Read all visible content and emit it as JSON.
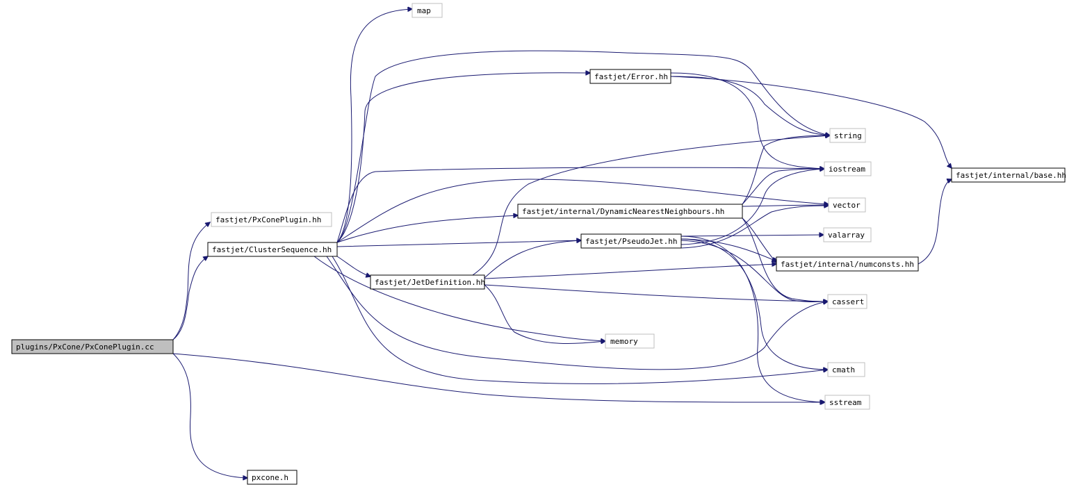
{
  "diagram": {
    "colors": {
      "edge": "#191970",
      "root_fill": "#bfbfbf",
      "documented_border": "#000000",
      "undocumented_border": "#bfbfbf",
      "node_fill": "#ffffff"
    },
    "nodes": [
      {
        "id": "root",
        "label": "plugins/PxCone/PxConePlugin.cc",
        "kind": "root"
      },
      {
        "id": "pxconeplugin_hh",
        "label": "fastjet/PxConePlugin.hh",
        "kind": "undocumented"
      },
      {
        "id": "clustersequence",
        "label": "fastjet/ClusterSequence.hh",
        "kind": "documented"
      },
      {
        "id": "pxcone_h",
        "label": "pxcone.h",
        "kind": "documented"
      },
      {
        "id": "map",
        "label": "map",
        "kind": "undocumented"
      },
      {
        "id": "error",
        "label": "fastjet/Error.hh",
        "kind": "documented"
      },
      {
        "id": "dnn",
        "label": "fastjet/internal/DynamicNearestNeighbours.hh",
        "kind": "documented"
      },
      {
        "id": "pseudojet",
        "label": "fastjet/PseudoJet.hh",
        "kind": "documented"
      },
      {
        "id": "jetdef",
        "label": "fastjet/JetDefinition.hh",
        "kind": "documented"
      },
      {
        "id": "memory",
        "label": "memory",
        "kind": "undocumented"
      },
      {
        "id": "string",
        "label": "string",
        "kind": "undocumented"
      },
      {
        "id": "iostream",
        "label": "iostream",
        "kind": "undocumented"
      },
      {
        "id": "vector",
        "label": "vector",
        "kind": "undocumented"
      },
      {
        "id": "valarray",
        "label": "valarray",
        "kind": "undocumented"
      },
      {
        "id": "numconsts",
        "label": "fastjet/internal/numconsts.hh",
        "kind": "documented"
      },
      {
        "id": "cassert",
        "label": "cassert",
        "kind": "undocumented"
      },
      {
        "id": "cmath",
        "label": "cmath",
        "kind": "undocumented"
      },
      {
        "id": "sstream",
        "label": "sstream",
        "kind": "undocumented"
      },
      {
        "id": "base",
        "label": "fastjet/internal/base.hh",
        "kind": "documented"
      }
    ],
    "edges": [
      {
        "from": "root",
        "to": "pxconeplugin_hh"
      },
      {
        "from": "root",
        "to": "clustersequence"
      },
      {
        "from": "root",
        "to": "sstream"
      },
      {
        "from": "root",
        "to": "pxcone_h"
      },
      {
        "from": "clustersequence",
        "to": "map"
      },
      {
        "from": "clustersequence",
        "to": "string"
      },
      {
        "from": "clustersequence",
        "to": "error"
      },
      {
        "from": "clustersequence",
        "to": "iostream"
      },
      {
        "from": "clustersequence",
        "to": "vector"
      },
      {
        "from": "clustersequence",
        "to": "dnn"
      },
      {
        "from": "clustersequence",
        "to": "pseudojet"
      },
      {
        "from": "clustersequence",
        "to": "jetdef"
      },
      {
        "from": "clustersequence",
        "to": "memory"
      },
      {
        "from": "clustersequence",
        "to": "cassert"
      },
      {
        "from": "clustersequence",
        "to": "cmath"
      },
      {
        "from": "error",
        "to": "string"
      },
      {
        "from": "error",
        "to": "iostream"
      },
      {
        "from": "error",
        "to": "base"
      },
      {
        "from": "dnn",
        "to": "string"
      },
      {
        "from": "dnn",
        "to": "iostream"
      },
      {
        "from": "dnn",
        "to": "vector"
      },
      {
        "from": "dnn",
        "to": "numconsts"
      },
      {
        "from": "dnn",
        "to": "cassert"
      },
      {
        "from": "pseudojet",
        "to": "vector"
      },
      {
        "from": "pseudojet",
        "to": "valarray"
      },
      {
        "from": "pseudojet",
        "to": "numconsts"
      },
      {
        "from": "pseudojet",
        "to": "iostream"
      },
      {
        "from": "pseudojet",
        "to": "cassert"
      },
      {
        "from": "pseudojet",
        "to": "cmath"
      },
      {
        "from": "pseudojet",
        "to": "sstream"
      },
      {
        "from": "jetdef",
        "to": "string"
      },
      {
        "from": "jetdef",
        "to": "pseudojet"
      },
      {
        "from": "jetdef",
        "to": "numconsts"
      },
      {
        "from": "jetdef",
        "to": "cassert"
      },
      {
        "from": "jetdef",
        "to": "memory"
      },
      {
        "from": "numconsts",
        "to": "base"
      }
    ]
  }
}
